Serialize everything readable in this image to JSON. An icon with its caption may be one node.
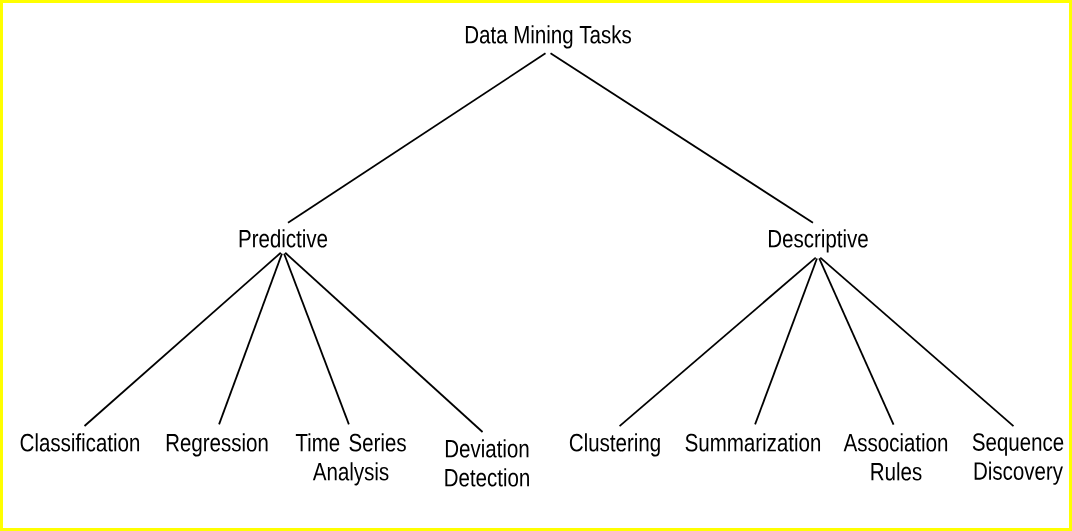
{
  "diagram": {
    "nodes": [
      {
        "text": [
          "Data Mining Tasks"
        ]
      },
      {
        "text": [
          "Predictive"
        ]
      },
      {
        "text": [
          "Descriptive"
        ]
      },
      {
        "text": [
          "Classification"
        ]
      },
      {
        "text": [
          "Regression"
        ]
      },
      {
        "text": [
          "Time Series Analysis"
        ]
      },
      {
        "text": [
          "Deviation Detection"
        ]
      },
      {
        "text": [
          "Clustering"
        ]
      },
      {
        "text": [
          "Summarization"
        ]
      },
      {
        "text": [
          "Association Rules"
        ]
      },
      {
        "text": [
          "Sequence Discovery"
        ]
      }
    ],
    "edges": [
      {
        "from": 0,
        "to": 1,
        "arrow": "none"
      },
      {
        "from": 0,
        "to": 2,
        "arrow": "none"
      },
      {
        "from": 1,
        "to": 3,
        "arrow": "none"
      },
      {
        "from": 1,
        "to": 4,
        "arrow": "none"
      },
      {
        "from": 1,
        "to": 5,
        "arrow": "none"
      },
      {
        "from": 1,
        "to": 6,
        "arrow": "none"
      },
      {
        "from": 2,
        "to": 7,
        "arrow": "none"
      },
      {
        "from": 2,
        "to": 8,
        "arrow": "none"
      },
      {
        "from": 2,
        "to": 9,
        "arrow": "none"
      },
      {
        "from": 2,
        "to": 10,
        "arrow": "none"
      }
    ]
  }
}
